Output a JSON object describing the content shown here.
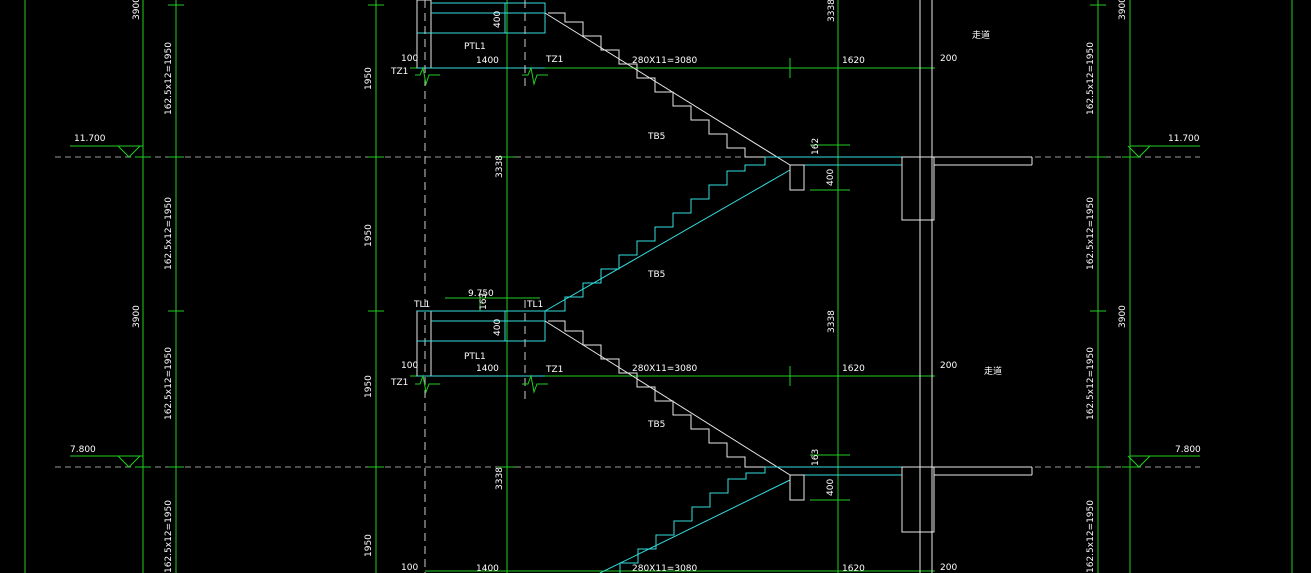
{
  "levels": {
    "upper": "11.700",
    "lower": "7.800"
  },
  "landing_elev": "9.750",
  "dims": {
    "riser_flight": "162.5x12=1950",
    "story": "3900",
    "flight_h": "1950",
    "stair_span": "3338",
    "tread_run": "280X11=3080",
    "landing_len": "1620",
    "platform_w": "1400",
    "wall_gap": "200",
    "beam_h": "400",
    "beam_w": "100",
    "step_top": "162",
    "step_top_b": "163",
    "mid_top": "163"
  },
  "members": {
    "flight": "TB5",
    "platform_beam": "PTL1",
    "column": "TZ1",
    "beam": "TL1",
    "corridor": "走道"
  }
}
